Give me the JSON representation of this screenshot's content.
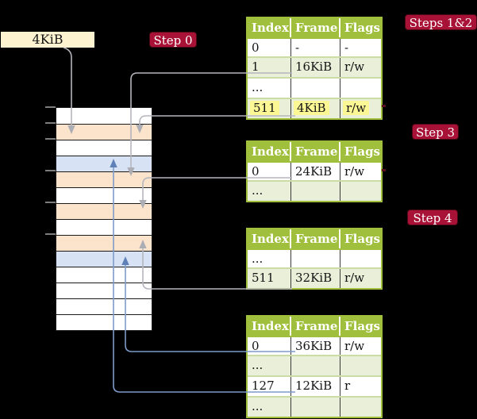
{
  "frame_label": {
    "text": "4KiB"
  },
  "badges": {
    "step0": "Step 0",
    "steps12": "Steps 1&2",
    "step3": "Step 3",
    "step4": "Step 4"
  },
  "tables": [
    {
      "headers": [
        "Index",
        "Frame",
        "Flags"
      ],
      "rows": [
        {
          "cells": [
            "0",
            "-",
            "-"
          ]
        },
        {
          "cells": [
            "1",
            "16KiB",
            "r/w"
          ]
        },
        {
          "cells": [
            "...",
            "",
            ""
          ]
        },
        {
          "cells": [
            "511",
            "4KiB",
            "r/w"
          ],
          "highlighted": true
        }
      ]
    },
    {
      "headers": [
        "Index",
        "Frame",
        "Flags"
      ],
      "rows": [
        {
          "cells": [
            "0",
            "24KiB",
            "r/w"
          ]
        },
        {
          "cells": [
            "...",
            "",
            ""
          ]
        }
      ]
    },
    {
      "headers": [
        "Index",
        "Frame",
        "Flags"
      ],
      "rows": [
        {
          "cells": [
            "...",
            "",
            ""
          ]
        },
        {
          "cells": [
            "511",
            "32KiB",
            "r/w"
          ]
        }
      ]
    },
    {
      "headers": [
        "Index",
        "Frame",
        "Flags"
      ],
      "rows": [
        {
          "cells": [
            "0",
            "36KiB",
            "r/w"
          ]
        },
        {
          "cells": [
            "...",
            "",
            ""
          ]
        },
        {
          "cells": [
            "127",
            "12KiB",
            "r"
          ]
        },
        {
          "cells": [
            "...",
            "",
            ""
          ]
        }
      ]
    }
  ],
  "colors": {
    "background": "#000000",
    "table_header_green": "#a0bf3c",
    "table_row_alt_green": "#e9efd9",
    "badge_red": "#a81236",
    "frame_peach": "#fce4cc",
    "frame_blue": "#d7e3f4",
    "frame_label_cream": "#fdf3d1",
    "highlight_yellow": "#fbf795",
    "connector_gray": "#b5b5bd",
    "connector_blue": "#7e9bc9"
  }
}
